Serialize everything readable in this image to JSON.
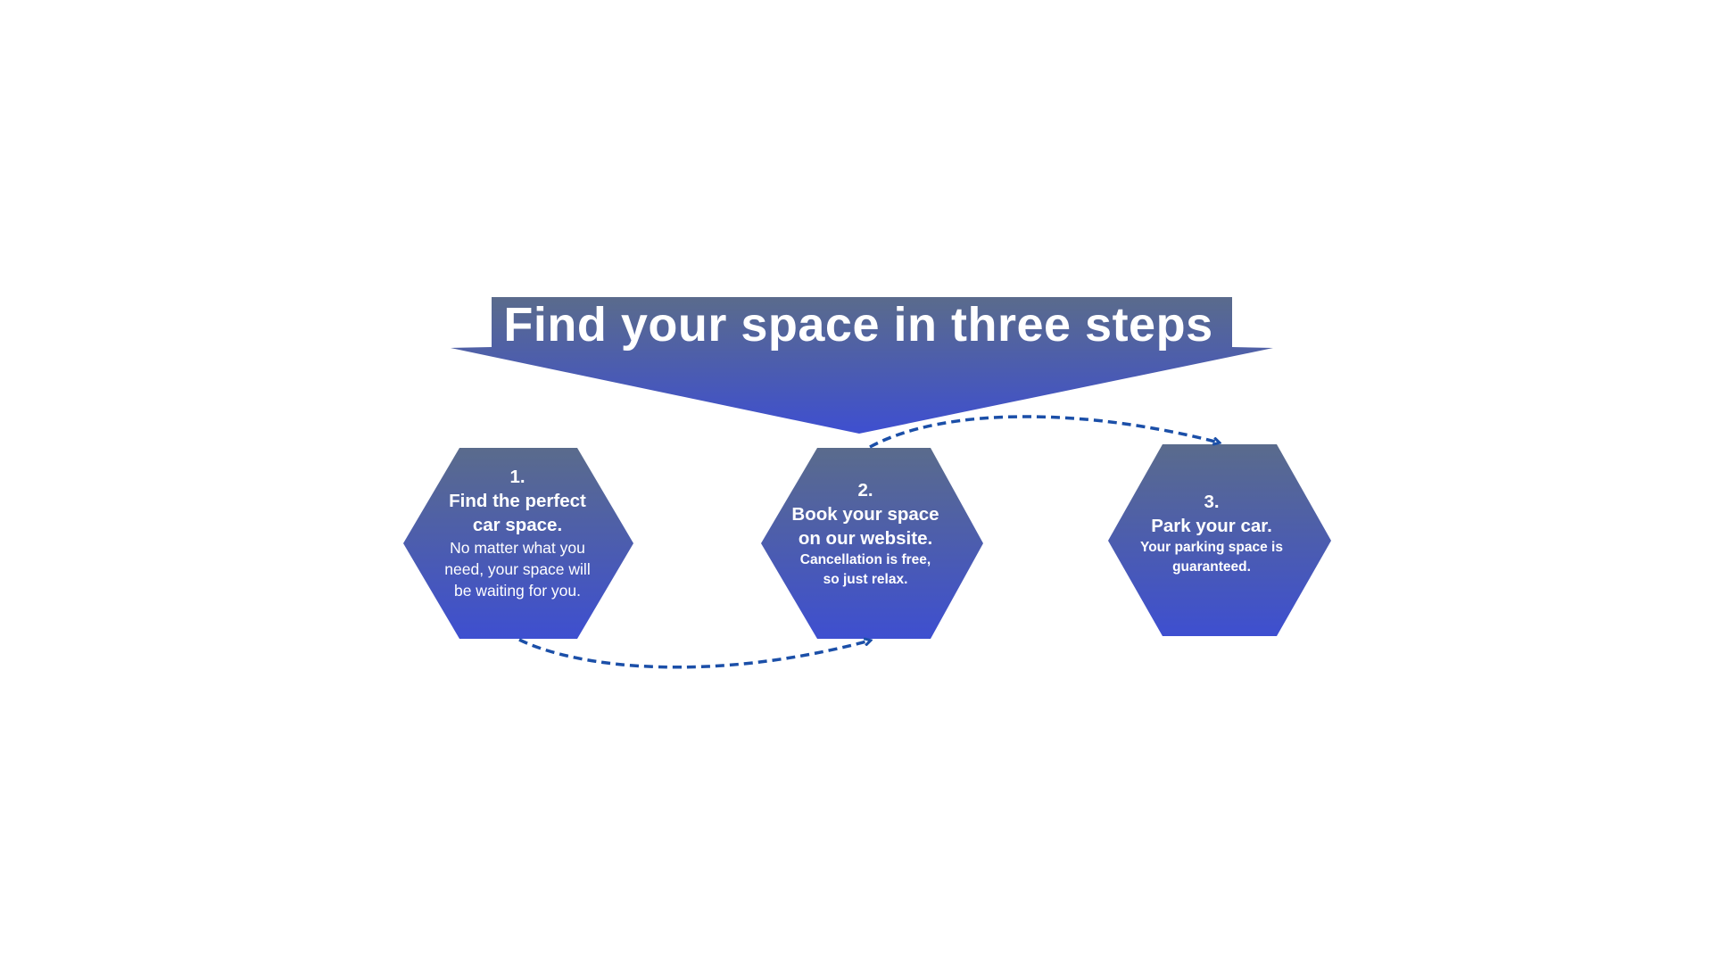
{
  "banner": {
    "title": "Find your space in three steps"
  },
  "steps": [
    {
      "number": "1.",
      "heading_lines": [
        "Find the perfect",
        "car space."
      ],
      "desc_lines": [
        "No matter what you",
        "need, your space will",
        "be waiting for you."
      ]
    },
    {
      "number": "2.",
      "heading_lines": [
        "Book your space",
        "on our website."
      ],
      "desc_lines": [
        "Cancellation is free,",
        "so just relax."
      ]
    },
    {
      "number": "3.",
      "heading_lines": [
        "Park your car."
      ],
      "desc_lines": [
        "Your parking space is",
        "guaranteed."
      ]
    }
  ],
  "colors": {
    "gradient_top": "#5a6b8c",
    "gradient_bottom": "#3e4fd0",
    "arrow": "#1b4fa8",
    "text": "#ffffff"
  }
}
